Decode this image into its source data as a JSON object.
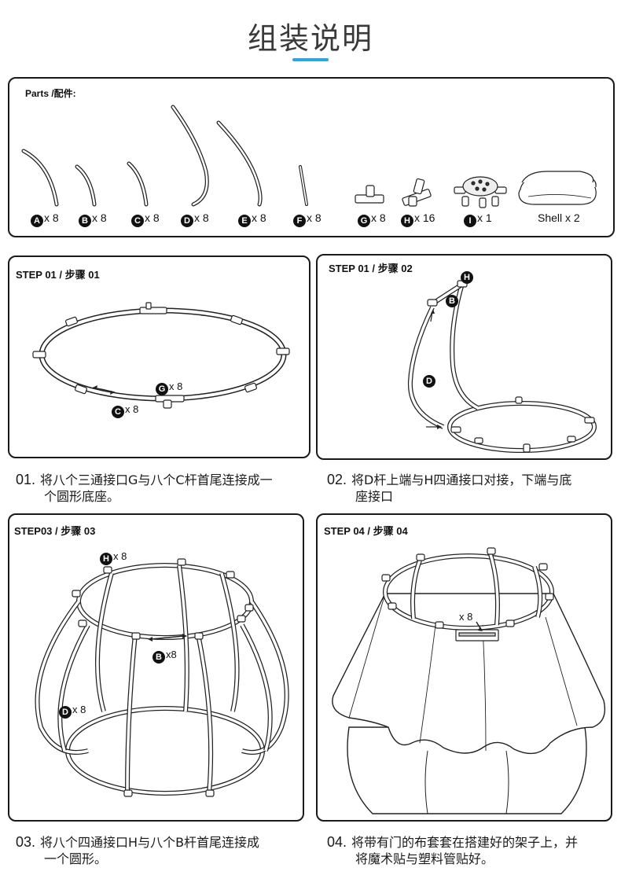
{
  "page": {
    "title": "组装说明",
    "accent_color": "#2aa7e0"
  },
  "parts": {
    "header": "Parts /配件:",
    "items": [
      {
        "letter": "A",
        "qty": "x 8"
      },
      {
        "letter": "B",
        "qty": "x 8"
      },
      {
        "letter": "C",
        "qty": "x 8"
      },
      {
        "letter": "D",
        "qty": "x 8"
      },
      {
        "letter": "E",
        "qty": "x 8"
      },
      {
        "letter": "F",
        "qty": "x 8"
      },
      {
        "letter": "G",
        "qty": "x 8"
      },
      {
        "letter": "H",
        "qty": "x 16"
      },
      {
        "letter": "I",
        "qty": "x 1"
      },
      {
        "letter": "",
        "qty": "Shell x 2"
      }
    ]
  },
  "steps": [
    {
      "label": "STEP 01 / 步骤 01",
      "marks": [
        {
          "letter": "G",
          "qty": "x 8"
        },
        {
          "letter": "C",
          "qty": "x 8"
        }
      ],
      "caption_num": "01.",
      "caption_line1": "将八个三通接口G与八个C杆首尾连接成一",
      "caption_line2": "个圆形底座。"
    },
    {
      "label": "STEP 01 / 步骤 02",
      "marks": [
        {
          "letter": "H",
          "qty": ""
        },
        {
          "letter": "B",
          "qty": ""
        },
        {
          "letter": "D",
          "qty": ""
        }
      ],
      "caption_num": "02.",
      "caption_line1": "将D杆上端与H四通接口对接，下端与底",
      "caption_line2": "座接口"
    },
    {
      "label": "STEP03 / 步骤 03",
      "marks": [
        {
          "letter": "H",
          "qty": "x 8"
        },
        {
          "letter": "B",
          "qty": "x8"
        },
        {
          "letter": "D",
          "qty": "x 8"
        }
      ],
      "caption_num": "03.",
      "caption_line1": "将八个四通接口H与八个B杆首尾连接成",
      "caption_line2": "一个圆形。"
    },
    {
      "label": "STEP 04 / 步骤 04",
      "marks": [
        {
          "letter": "",
          "qty": "x 8"
        }
      ],
      "caption_num": "04.",
      "caption_line1": "将带有门的布套套在搭建好的架子上，并",
      "caption_line2": "将魔术贴与塑料管贴好。"
    }
  ]
}
